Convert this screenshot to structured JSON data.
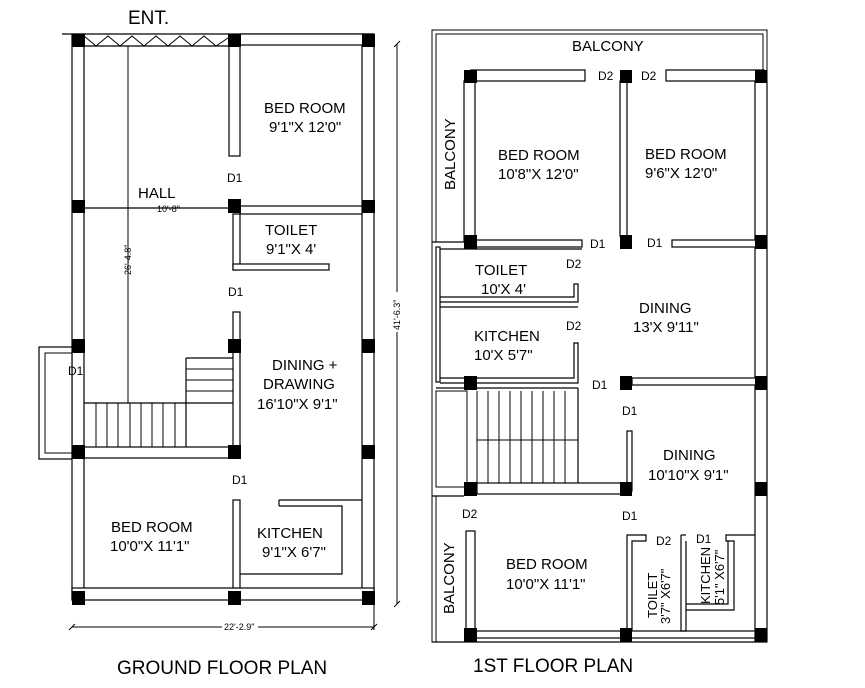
{
  "ground_floor": {
    "title": "GROUND FLOOR PLAN",
    "entrance_label": "ENT.",
    "rooms": [
      {
        "name": "BED ROOM",
        "size": "9'1\"X 12'0\""
      },
      {
        "name": "HALL",
        "size": ""
      },
      {
        "name": "TOILET",
        "size": "9'1\"X 4'"
      },
      {
        "name_line1": "DINING +",
        "name_line2": "DRAWING",
        "size": "16'10\"X 9'1\""
      },
      {
        "name": "BED ROOM",
        "size": "10'0\"X 11'1\""
      },
      {
        "name": "KITCHEN",
        "size": "9'1\"X 6'7\""
      }
    ],
    "doors": [
      "D1",
      "D1",
      "D1",
      "D1"
    ],
    "dimensions": {
      "hall_width": "10'-8\"",
      "hall_length": "26'-4.8\"",
      "overall_length": "41'-6.3\"",
      "overall_width": "22'-2.9\""
    }
  },
  "first_floor": {
    "title": "1ST FLOOR PLAN",
    "balcony_top": "BALCONY",
    "balcony_left": "BALCONY",
    "balcony_bottom_left": "BALCONY",
    "rooms": [
      {
        "name": "BED ROOM",
        "size": "10'8\"X 12'0\""
      },
      {
        "name": "BED ROOM",
        "size": "9'6\"X 12'0\""
      },
      {
        "name": "TOILET",
        "size": "10'X 4'"
      },
      {
        "name": "DINING",
        "size": "13'X 9'11\""
      },
      {
        "name": "KITCHEN",
        "size": "10'X 5'7\""
      },
      {
        "name": "DINING",
        "size": "10'10\"X 9'1\""
      },
      {
        "name": "BED ROOM",
        "size": "10'0\"X 11'1\""
      },
      {
        "name": "TOILET",
        "size": "3'7\" X6'7\""
      },
      {
        "name": "KITCHEN",
        "size": "5'1\" X6'7\""
      }
    ],
    "doors": {
      "d2": "D2",
      "d1": "D1"
    }
  }
}
